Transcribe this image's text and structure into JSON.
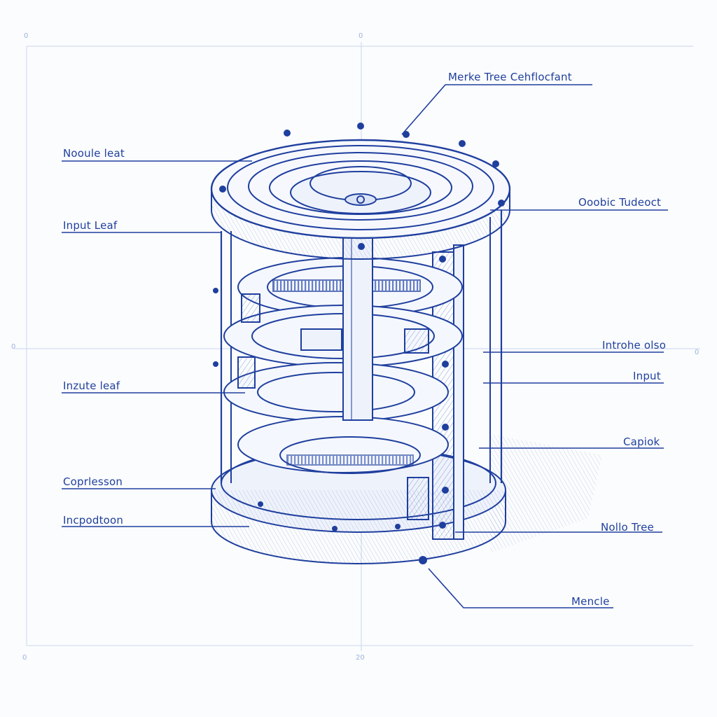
{
  "labels": {
    "top_right": "Merke Tree Cehflocfant",
    "left_1": "Nooule leat",
    "left_2": "Input Leaf",
    "left_3": "Inzute leaf",
    "left_4": "Coprlesson",
    "left_5": "Incpodtoon",
    "right_1": "Ooobic Tudeoct",
    "right_2": "Introhe olso",
    "right_3": "Input",
    "right_4": "Capiok",
    "right_5": "Nollo Tree",
    "bottom_right": "Mencle"
  },
  "frame_marks": {
    "top_left": "0",
    "top_mid": "0",
    "mid_left": "0",
    "mid_right": "0",
    "bottom_left": "0",
    "bottom_mid": "20"
  },
  "colors": {
    "ink": "#1f3f9e",
    "ink_light": "#6f8fd6",
    "guide": "#c9d6f0",
    "paper": "#fbfcfd"
  }
}
